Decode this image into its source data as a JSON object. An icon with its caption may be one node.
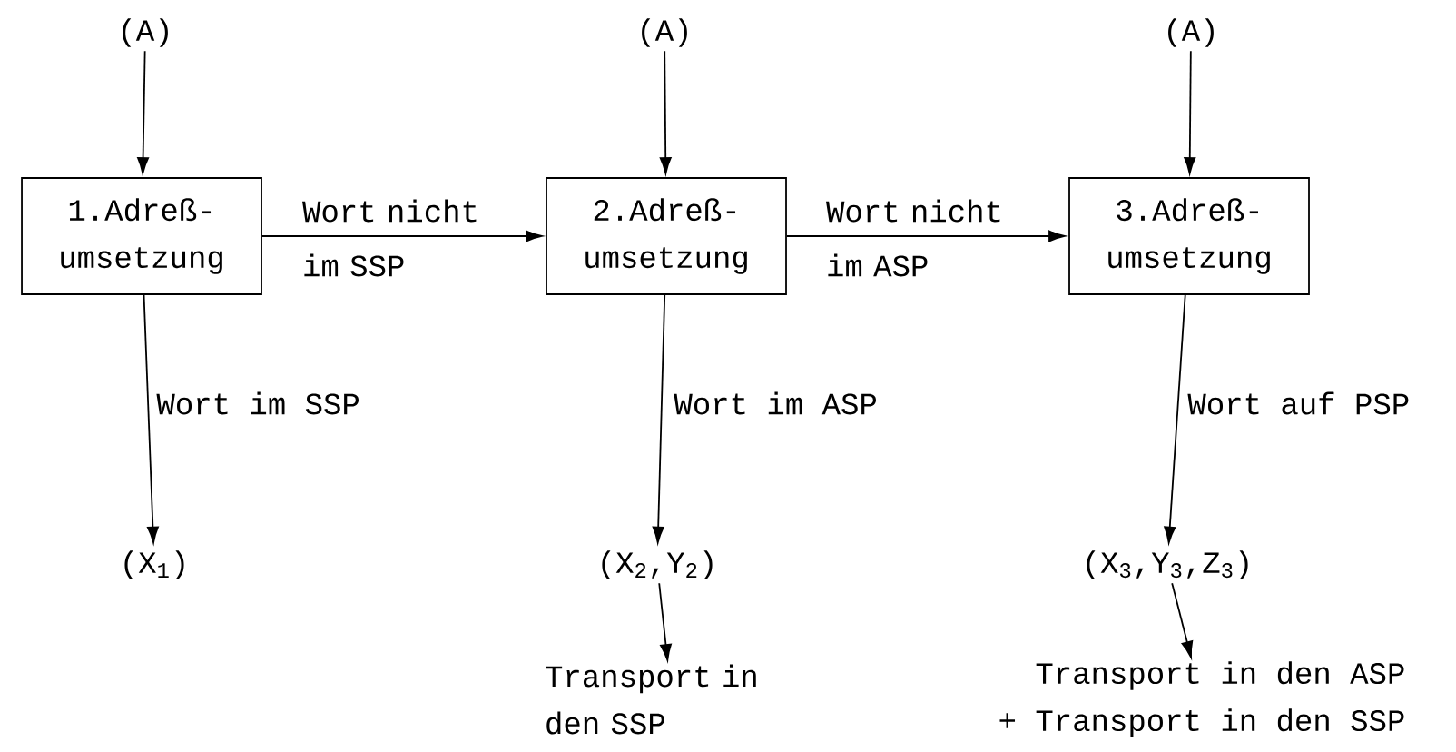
{
  "diagram": {
    "nodes": [
      {
        "text": [
          "(A)"
        ]
      },
      {
        "text": [
          "1.Adreß- umsetzung"
        ]
      },
      {
        "text": [
          "(A)"
        ]
      },
      {
        "text": [
          "2.Adreß- umsetzung"
        ]
      },
      {
        "text": [
          "(A)"
        ]
      },
      {
        "text": [
          "3.Adreß- umsetzung"
        ]
      },
      {
        "text": [
          "(X$_{1}$)"
        ]
      },
      {
        "text": [
          "(X$_{2}$,Y$_{2}$)"
        ]
      },
      {
        "text": [
          "(X$_{3}$,Y$_{3}$,Z$_{3}$)"
        ]
      },
      {
        "text": [
          "Transport in den SSP"
        ]
      },
      {
        "text": [
          "Transport in den ASP",
          "+ Transport in den SSP"
        ]
      }
    ],
    "edges": [
      {
        "from": 0,
        "to": 1,
        "arrow": "to"
      },
      {
        "from": 2,
        "to": 3,
        "arrow": "to"
      },
      {
        "from": 4,
        "to": 5,
        "arrow": "to"
      },
      {
        "from": 1,
        "to": 3,
        "arrow": "to",
        "label": "Wort nicht im SSP"
      },
      {
        "from": 3,
        "to": 5,
        "arrow": "to",
        "label": "Wort nicht im ASP"
      },
      {
        "from": 1,
        "to": 6,
        "arrow": "to",
        "label": "Wort im SSP"
      },
      {
        "from": 3,
        "to": 7,
        "arrow": "to",
        "label": "Wort im ASP"
      },
      {
        "from": 5,
        "to": 8,
        "arrow": "to",
        "label": "Wort auf PSP"
      },
      {
        "from": 7,
        "to": 9,
        "arrow": "to"
      },
      {
        "from": 8,
        "to": 10,
        "arrow": "to"
      }
    ]
  }
}
